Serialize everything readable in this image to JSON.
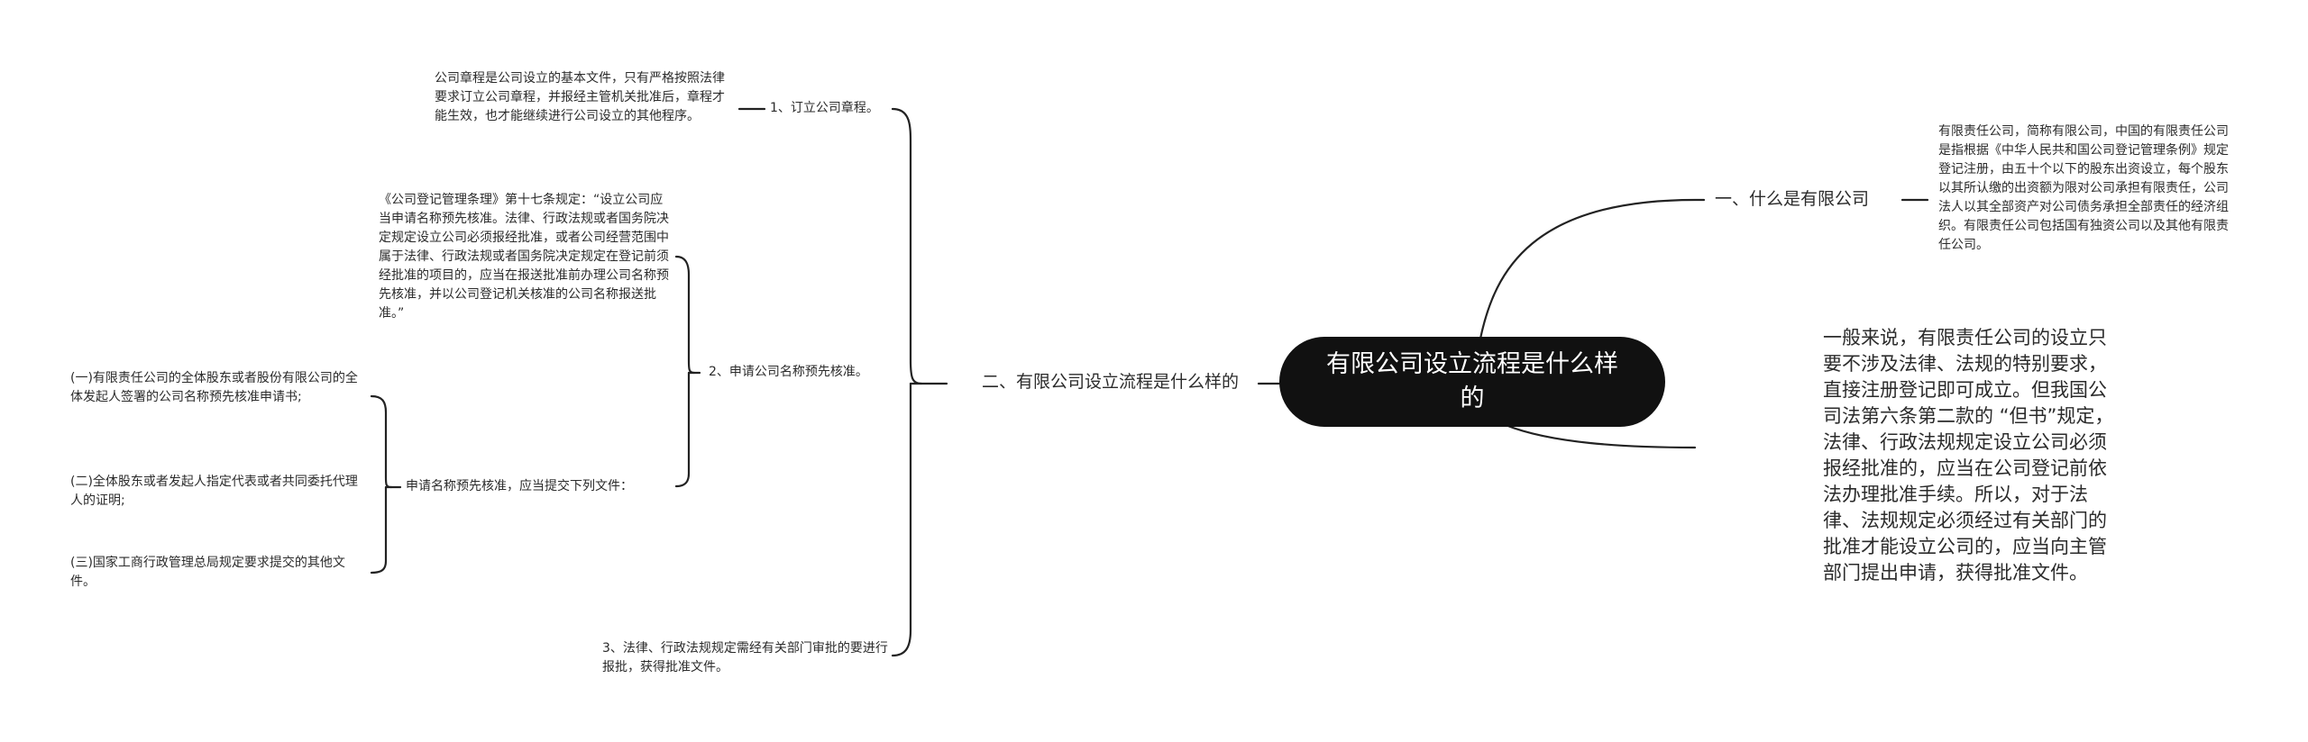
{
  "root": {
    "title": "有限公司设立流程是什么样的"
  },
  "right": {
    "b1": {
      "label": "一、什么是有限公司",
      "detail": "有限责任公司，简称有限公司，中国的有限责任公司是指根据《中华人民共和国公司登记管理条例》规定登记注册，由五十个以下的股东出资设立，每个股东以其所认缴的出资额为限对公司承担有限责任，公司法人以其全部资产对公司债务承担全部责任的经济组织。有限责任公司包括国有独资公司以及其他有限责任公司。"
    },
    "b2": {
      "text": "一般来说，有限责任公司的设立只要不涉及法律、法规的特别要求，直接注册登记即可成立。但我国公司法第六条第二款的 “但书”规定，法律、行政法规规定设立公司必须报经批准的，应当在公司登记前依法办理批准手续。所以，对于法律、法规规定必须经过有关部门的批准才能设立公司的，应当向主管部门提出申请，获得批准文件。"
    }
  },
  "left": {
    "label": "二、有限公司设立流程是什么样的",
    "step1": {
      "label": "1、订立公司章程。",
      "detail": "公司章程是公司设立的基本文件，只有严格按照法律要求订立公司章程，并报经主管机关批准后，章程才能生效，也才能继续进行公司设立的其他程序。"
    },
    "step2": {
      "label": "2、申请公司名称预先核准。",
      "detail": "《公司登记管理条理》第十七条规定：“设立公司应当申请名称预先核准。法律、行政法规或者国务院决定规定设立公司必须报经批准，或者公司经营范围中属于法律、行政法规或者国务院决定规定在登记前须经批准的项目的，应当在报送批准前办理公司名称预先核准，并以公司登记机关核准的公司名称报送批准。”",
      "sub": {
        "label": "申请名称预先核准，应当提交下列文件：",
        "items": [
          "(一)有限责任公司的全体股东或者股份有限公司的全体发起人签署的公司名称预先核准申请书;",
          "(二)全体股东或者发起人指定代表或者共同委托代理人的证明;",
          "(三)国家工商行政管理总局规定要求提交的其他文件。"
        ]
      }
    },
    "step3": {
      "label": "3、法律、行政法规规定需经有关部门审批的要进行报批，获得批准文件。"
    }
  },
  "colors": {
    "root_bg": "#111111",
    "root_text": "#ffffff",
    "line": "#222222",
    "text": "#2b2b2b"
  }
}
